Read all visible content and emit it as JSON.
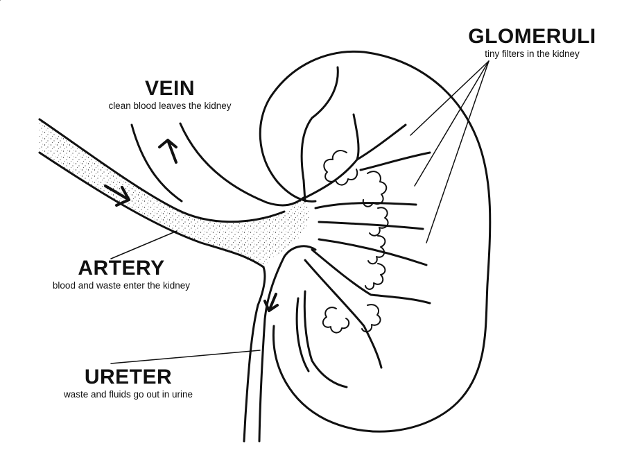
{
  "labels": {
    "vein": {
      "title": "VEIN",
      "subtitle": "clean blood leaves the kidney"
    },
    "artery": {
      "title": "ARTERY",
      "subtitle": "blood and waste enter the kidney"
    },
    "ureter": {
      "title": "URETER",
      "subtitle": "waste and fluids go out in urine"
    },
    "glomeruli": {
      "title": "GLOMERULI",
      "subtitle": "tiny filters in the kidney"
    }
  },
  "colors": {
    "stroke": "#111111",
    "background": "#ffffff",
    "speckle": "#333333"
  }
}
